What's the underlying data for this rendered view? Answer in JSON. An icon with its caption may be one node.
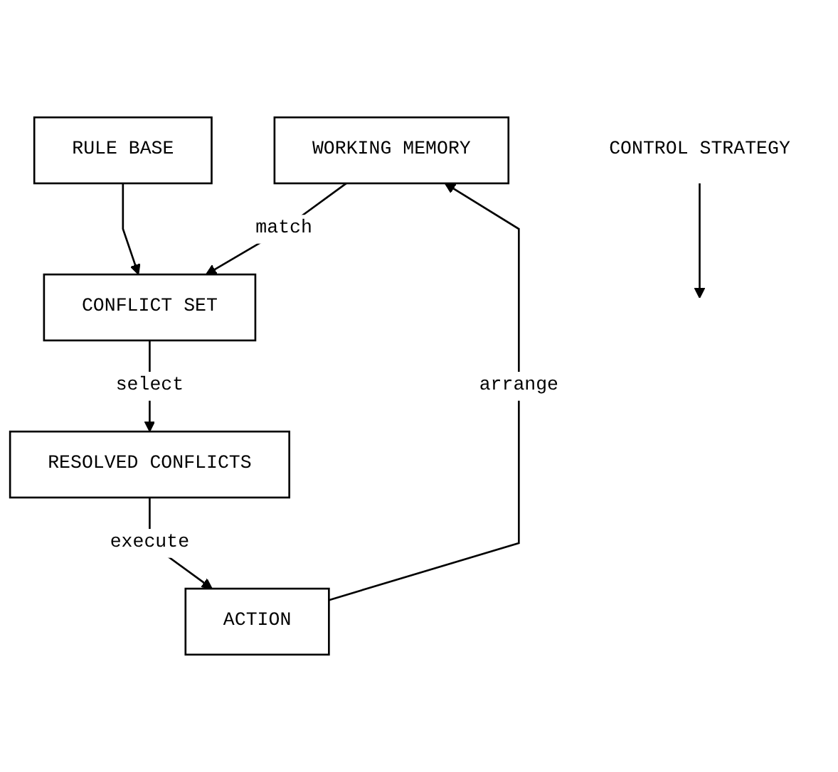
{
  "diagram": {
    "nodes": [
      {
        "text": [
          "RULE  BASE"
        ]
      },
      {
        "text": [
          "WORKING MEMORY"
        ]
      },
      {
        "text": [
          "CONFLICT SET"
        ]
      },
      {
        "text": [
          "RESOLVED CONFLICTS"
        ]
      },
      {
        "text": [
          "ACTION"
        ]
      },
      {
        "text": [
          "CONTROL STRATEGY"
        ]
      }
    ],
    "edges": [
      {
        "from": 0,
        "to": 2,
        "arrow": "to"
      },
      {
        "from": 1,
        "to": 2,
        "arrow": "to",
        "label": "match"
      },
      {
        "from": 2,
        "to": 3,
        "arrow": "to",
        "label": "select"
      },
      {
        "from": 3,
        "to": 4,
        "arrow": "to",
        "label": "execute"
      },
      {
        "from": 4,
        "to": 1,
        "arrow": "to",
        "label": "arrange"
      },
      {
        "from": 5,
        "to": null,
        "arrow": "to"
      }
    ]
  }
}
